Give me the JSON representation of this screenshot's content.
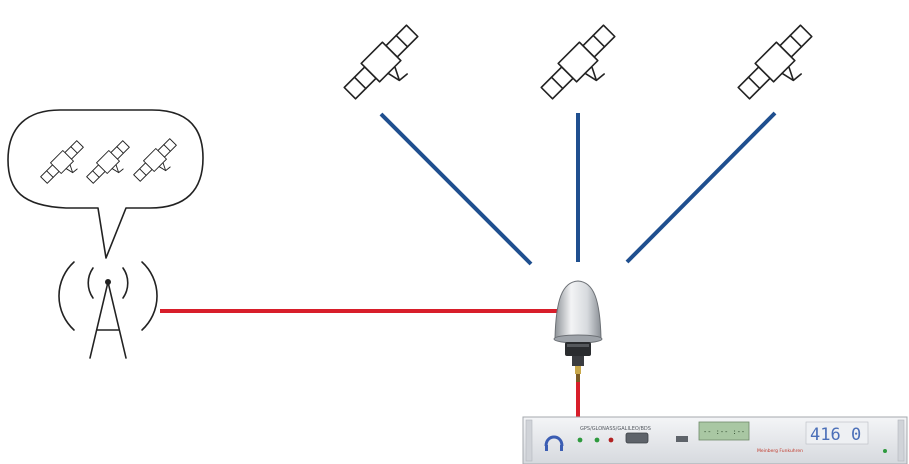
{
  "colors": {
    "satellite_link": "#1f4f8f",
    "terrestrial_link": "#d81e2a",
    "outline": "#222222",
    "device_panel": "#e9ebee",
    "device_display": "#a9c7a3",
    "device_accent": "#3b5db3",
    "device_text_red": "#c0392b"
  },
  "icons": {
    "satellite": "satellite-icon",
    "radio_tower": "radio-tower-icon",
    "antenna": "gnss-antenna-icon",
    "receiver": "rack-receiver-icon"
  },
  "device": {
    "panel_label": "GPS/GLONASS/GALILEO/BDS",
    "lcd_text": "-- :-- :--",
    "big_display": "416 0",
    "brand_text": "Meinberg Funkuhren"
  }
}
